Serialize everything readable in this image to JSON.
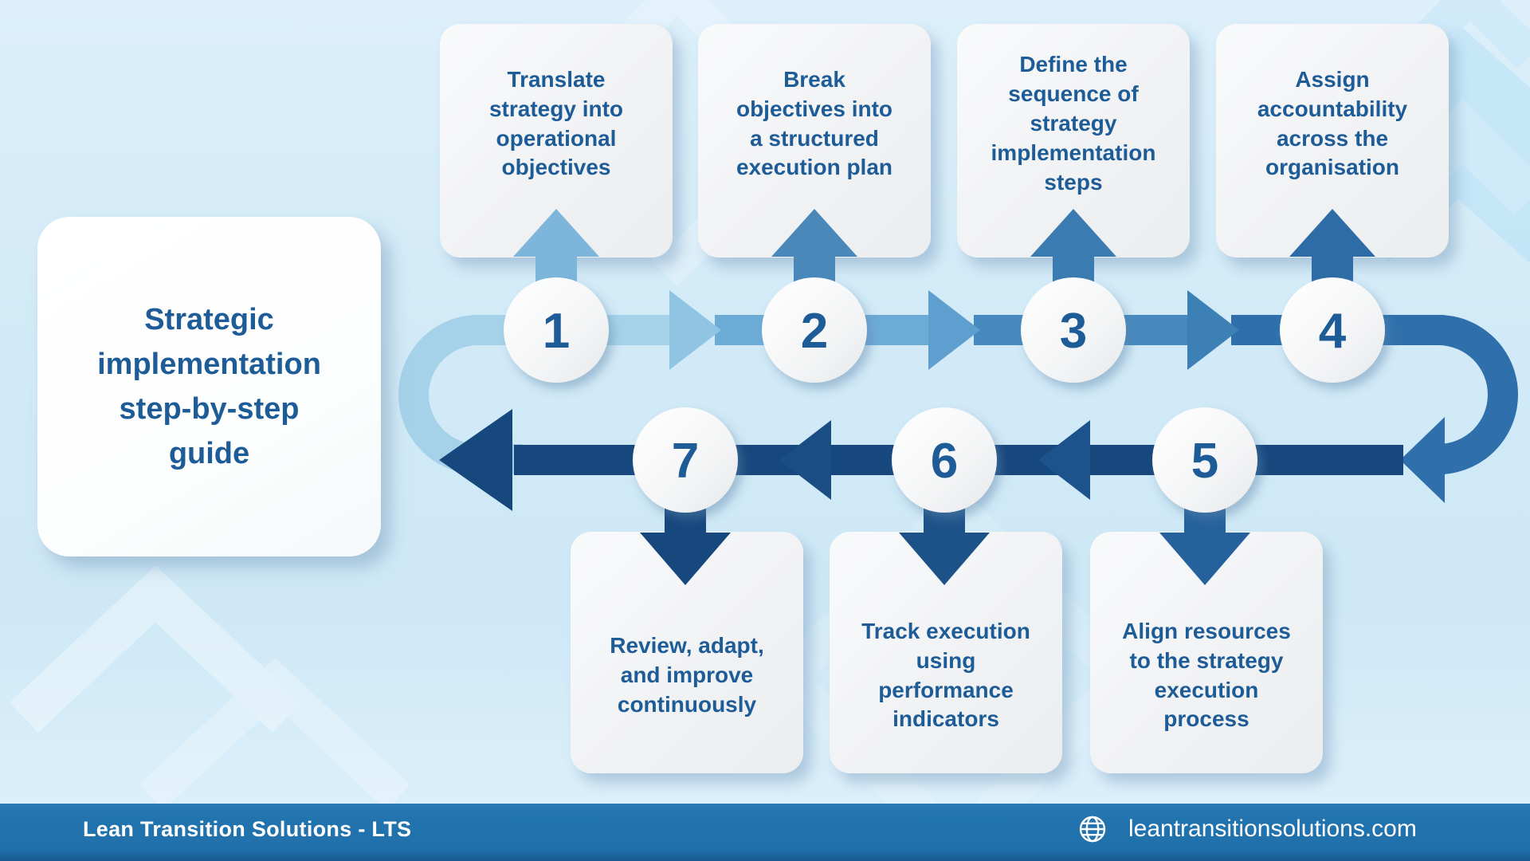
{
  "title": "Strategic\nimplementation\nstep-by-step\nguide",
  "steps": [
    {
      "number": "1",
      "label": "Translate\nstrategy into\noperational\nobjectives"
    },
    {
      "number": "2",
      "label": "Break\nobjectives into\na structured\nexecution plan"
    },
    {
      "number": "3",
      "label": "Define the\nsequence of\nstrategy\nimplementation\nsteps"
    },
    {
      "number": "4",
      "label": "Assign\naccountability\nacross the\norganisation"
    },
    {
      "number": "5",
      "label": "Align resources\nto the strategy\nexecution\nprocess"
    },
    {
      "number": "6",
      "label": "Track execution\nusing\nperformance\nindicators"
    },
    {
      "number": "7",
      "label": "Review, adapt,\nand improve\ncontinuously"
    }
  ],
  "footer": {
    "company": "Lean Transition Solutions - LTS",
    "website": "leantransitionsolutions.com",
    "icon": "globe-icon"
  },
  "colors": {
    "text_blue": "#1d5c97",
    "step_segments": [
      "#a6d2e9",
      "#6dabd7",
      "#4589bf",
      "#2f70ac"
    ],
    "segment_chevrons": [
      "#8fc5e2",
      "#5f9fd0",
      "#3c80b6"
    ],
    "return_band": "#16477d",
    "return_chevrons": [
      "#1d538c",
      "#1a4d84"
    ],
    "up_arrows": [
      "#7db6da",
      "#4a88ba",
      "#3a7bb1",
      "#2d6ca7"
    ],
    "down_arrows": [
      "#25619c",
      "#1d5289",
      "#16477d"
    ],
    "loop_curve": "#a6d2e9",
    "footer_bar": "#2173ae",
    "card_background": "#f4f5f7",
    "page_background": "#d3eaf7"
  }
}
